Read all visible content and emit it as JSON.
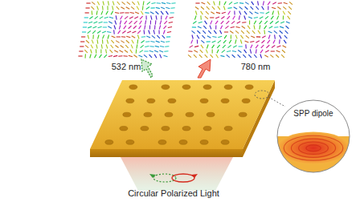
{
  "diagram": {
    "nodes": [
      {
        "text": [
          "SPP dipole"
        ]
      }
    ],
    "labels": [
      "532 nm",
      "780 nm",
      "Circular Polarized Light"
    ]
  }
}
